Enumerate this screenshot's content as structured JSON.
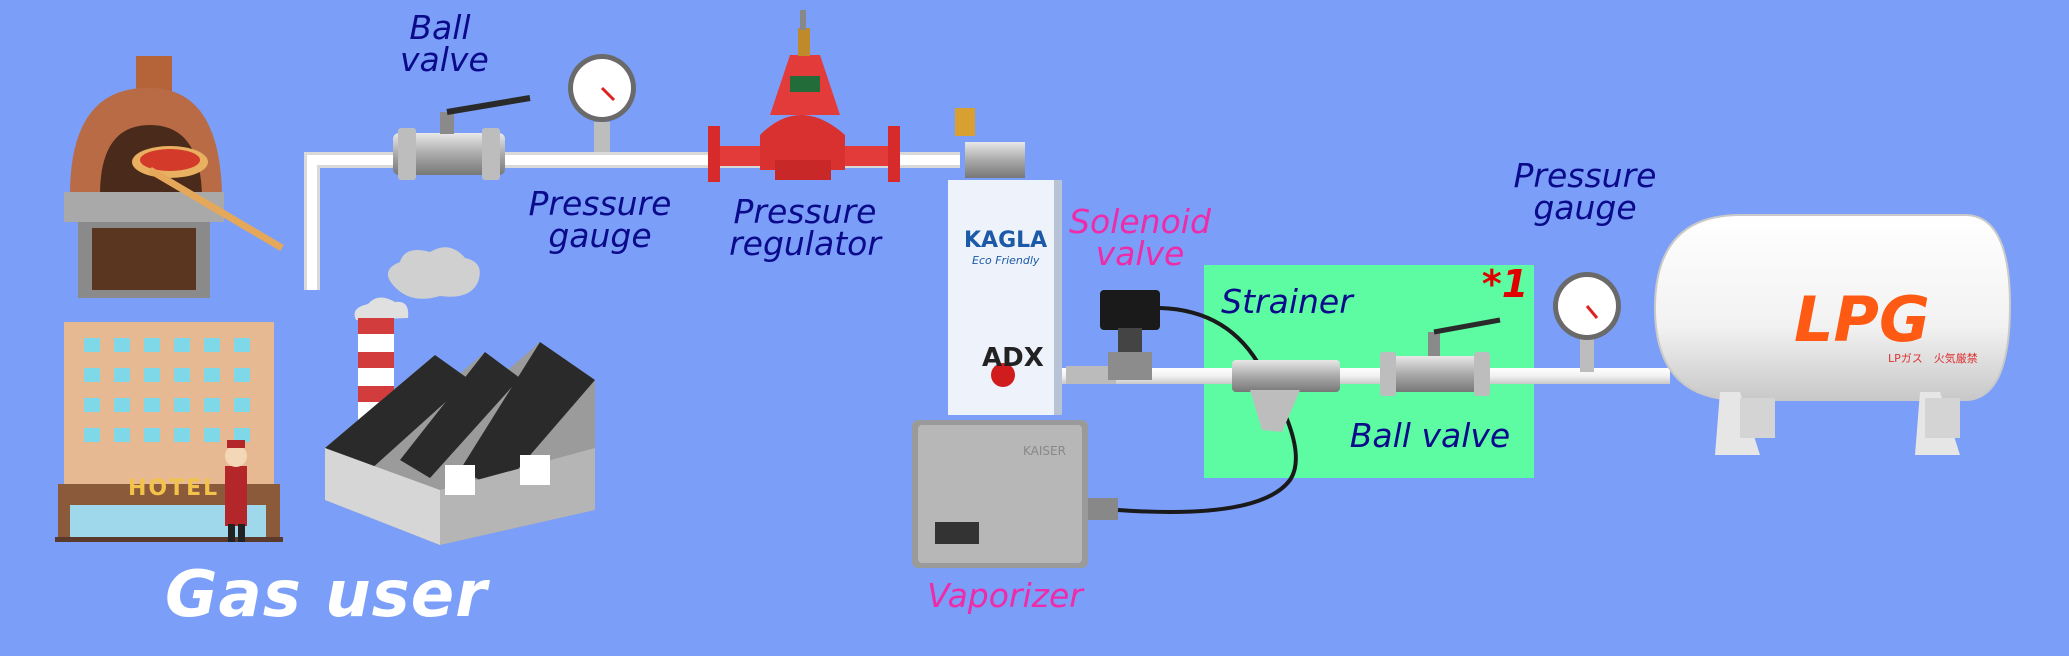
{
  "labels": {
    "ball_valve_top": "Ball\nvalve",
    "pressure_gauge_left": "Pressure\ngauge",
    "pressure_regulator": "Pressure\nregulator",
    "solenoid_valve": "Solenoid\nvalve",
    "strainer": "Strainer",
    "note_mark": "*1",
    "pressure_gauge_right": "Pressure\ngauge",
    "ball_valve_bottom": "Ball valve",
    "vaporizer": "Vaporizer",
    "gas_user": "Gas user"
  },
  "tank": {
    "label": "LPG",
    "sub_label": "LPガス　火気厳禁"
  },
  "vaporizer_unit": {
    "brand": "KAGLA",
    "tagline": "Eco Friendly",
    "model": "ADX",
    "maker": "KAISER"
  },
  "hotel": {
    "sign": "HOTEL"
  },
  "colors": {
    "background": "#7b9ef8",
    "label_blue": "#0a0a8a",
    "label_pink": "#ee2ba8",
    "highlight": "#5dfca3",
    "lpg_orange": "#ff5a14"
  },
  "icons": [
    "pizza-oven-icon",
    "hotel-icon",
    "factory-icon",
    "ball-valve-icon",
    "pressure-gauge-icon",
    "pressure-regulator-icon",
    "vaporizer-icon",
    "solenoid-valve-icon",
    "strainer-icon",
    "lpg-tank-icon"
  ]
}
